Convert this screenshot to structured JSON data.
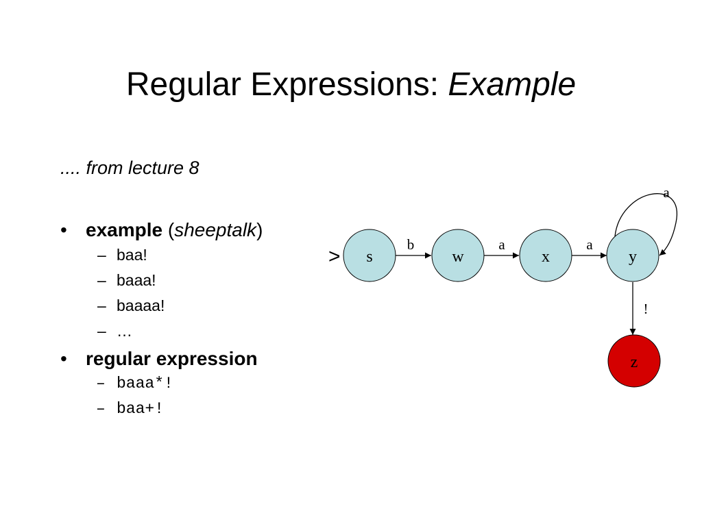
{
  "slide": {
    "title_main": "Regular Expressions: ",
    "title_italic": "Example",
    "subtitle": ".... from lecture 8",
    "bullet1": {
      "marker": "•",
      "bold": "example",
      "open": " (",
      "italic": "sheeptalk",
      "close": ")",
      "items": [
        "baa!",
        "baaa!",
        "baaaa!",
        "…"
      ]
    },
    "bullet2": {
      "marker": "•",
      "bold": "regular expression",
      "items": [
        "baaa*!",
        "baa+!"
      ]
    },
    "dash": "–"
  },
  "diagram": {
    "start_marker": ">",
    "states": [
      "s",
      "w",
      "x",
      "y",
      "z"
    ],
    "transitions": [
      {
        "from": "s",
        "to": "w",
        "label": "b"
      },
      {
        "from": "w",
        "to": "x",
        "label": "a"
      },
      {
        "from": "x",
        "to": "y",
        "label": "a"
      },
      {
        "from": "y",
        "to": "y",
        "label": "a"
      },
      {
        "from": "y",
        "to": "z",
        "label": "!"
      }
    ],
    "colors": {
      "state_fill": "#b9dfe3",
      "final_fill": "#d40000",
      "stroke": "#000000"
    }
  }
}
